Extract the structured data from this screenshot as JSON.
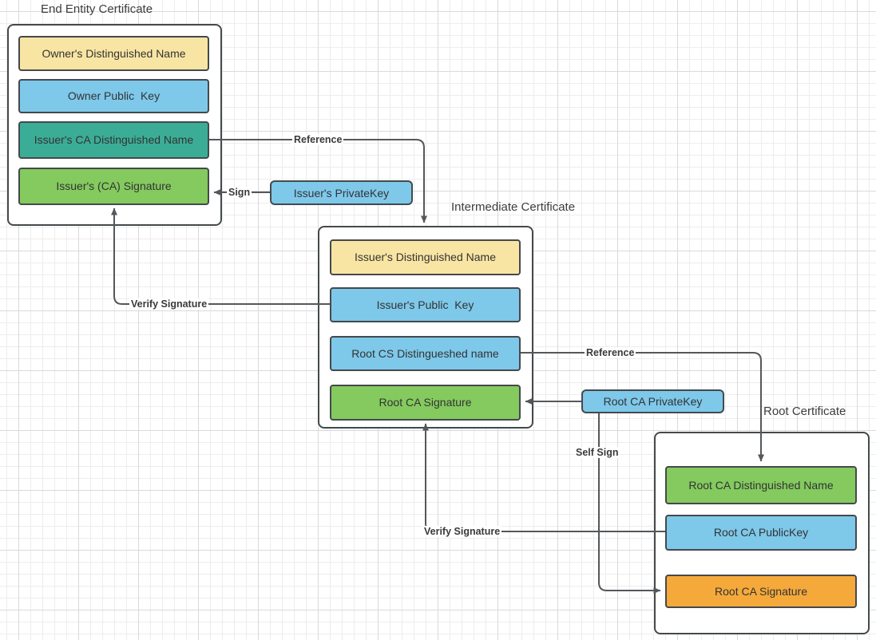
{
  "end_entity": {
    "title": "End Entity Certificate",
    "fields": [
      {
        "label": "Owner's Distinguished Name",
        "color": "#F9E5A3"
      },
      {
        "label": "Owner Public  Key",
        "color": "#7EC8EA"
      },
      {
        "label": "Issuer's CA Distinguished Name",
        "color": "#3BAD97"
      },
      {
        "label": "Issuer's (CA) Signature",
        "color": "#84CA5F"
      }
    ]
  },
  "intermediate": {
    "title": "Intermediate Certificate",
    "fields": [
      {
        "label": "Issuer's Distinguished Name",
        "color": "#F9E5A3"
      },
      {
        "label": "Issuer's Public  Key",
        "color": "#7EC8EA"
      },
      {
        "label": "Root CS Distingueshed name",
        "color": "#7EC8EA"
      },
      {
        "label": "Root CA Signature",
        "color": "#84CA5F"
      }
    ]
  },
  "root": {
    "title": "Root Certificate",
    "fields": [
      {
        "label": "Root CA Distinguished Name",
        "color": "#84CA5F"
      },
      {
        "label": "Root CA PublicKey",
        "color": "#7EC8EA"
      },
      {
        "label": "Root CA Signature",
        "color": "#F5A93B"
      }
    ]
  },
  "keys": {
    "issuer_private_key": {
      "label": "Issuer's PrivateKey",
      "color": "#7EC8EA"
    },
    "root_private_key": {
      "label": "Root CA PrivateKey",
      "color": "#7EC8EA"
    }
  },
  "edges": {
    "reference_end_to_intermediate": "Reference",
    "sign": "Sign",
    "verify_signature_intermediate": "Verify Signature",
    "reference_intermediate_to_root": "Reference",
    "self_sign": "Self Sign",
    "verify_signature_root": "Verify Signature"
  },
  "colors": {
    "stroke": "#54585B",
    "box_border": "#44494C",
    "field_text": "#333333",
    "title_text": "#3D3D3D",
    "edge_label_text": "#3A3A3A",
    "canvas_bg": "#FFFFFF",
    "grid_minor": "#EDEDEE",
    "grid_major": "#D9DADB",
    "yellow": "#F9E5A3",
    "blue": "#7EC8EA",
    "teal": "#3BAD97",
    "green": "#84CA5F",
    "orange": "#F5A93B"
  }
}
